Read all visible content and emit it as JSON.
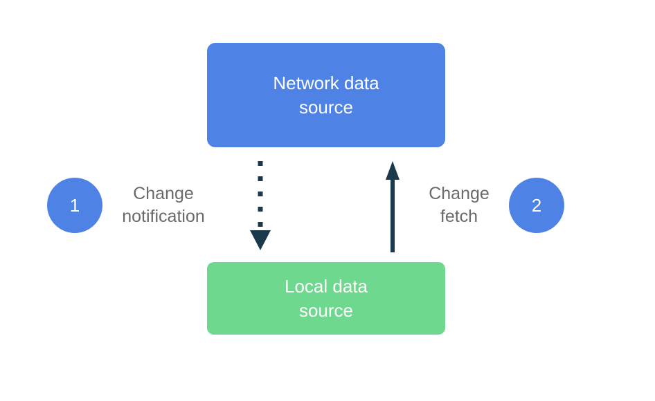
{
  "colors": {
    "background": "#ffffff",
    "network_box": "#4E82E4",
    "local_box": "#6ED88E",
    "badge": "#4E82E4",
    "arrow": "#1B394C",
    "label_text": "#6A6A6A",
    "box_text": "#ffffff"
  },
  "diagram": {
    "nodes": {
      "network": {
        "label": "Network data\nsource"
      },
      "local": {
        "label": "Local data\nsource"
      }
    },
    "edges": {
      "notification": {
        "badge": "1",
        "label": "Change\nnotification",
        "from": "network",
        "to": "local",
        "line_style": "dotted",
        "direction": "down"
      },
      "fetch": {
        "badge": "2",
        "label": "Change\nfetch",
        "from": "local",
        "to": "network",
        "line_style": "solid",
        "direction": "up"
      }
    }
  }
}
